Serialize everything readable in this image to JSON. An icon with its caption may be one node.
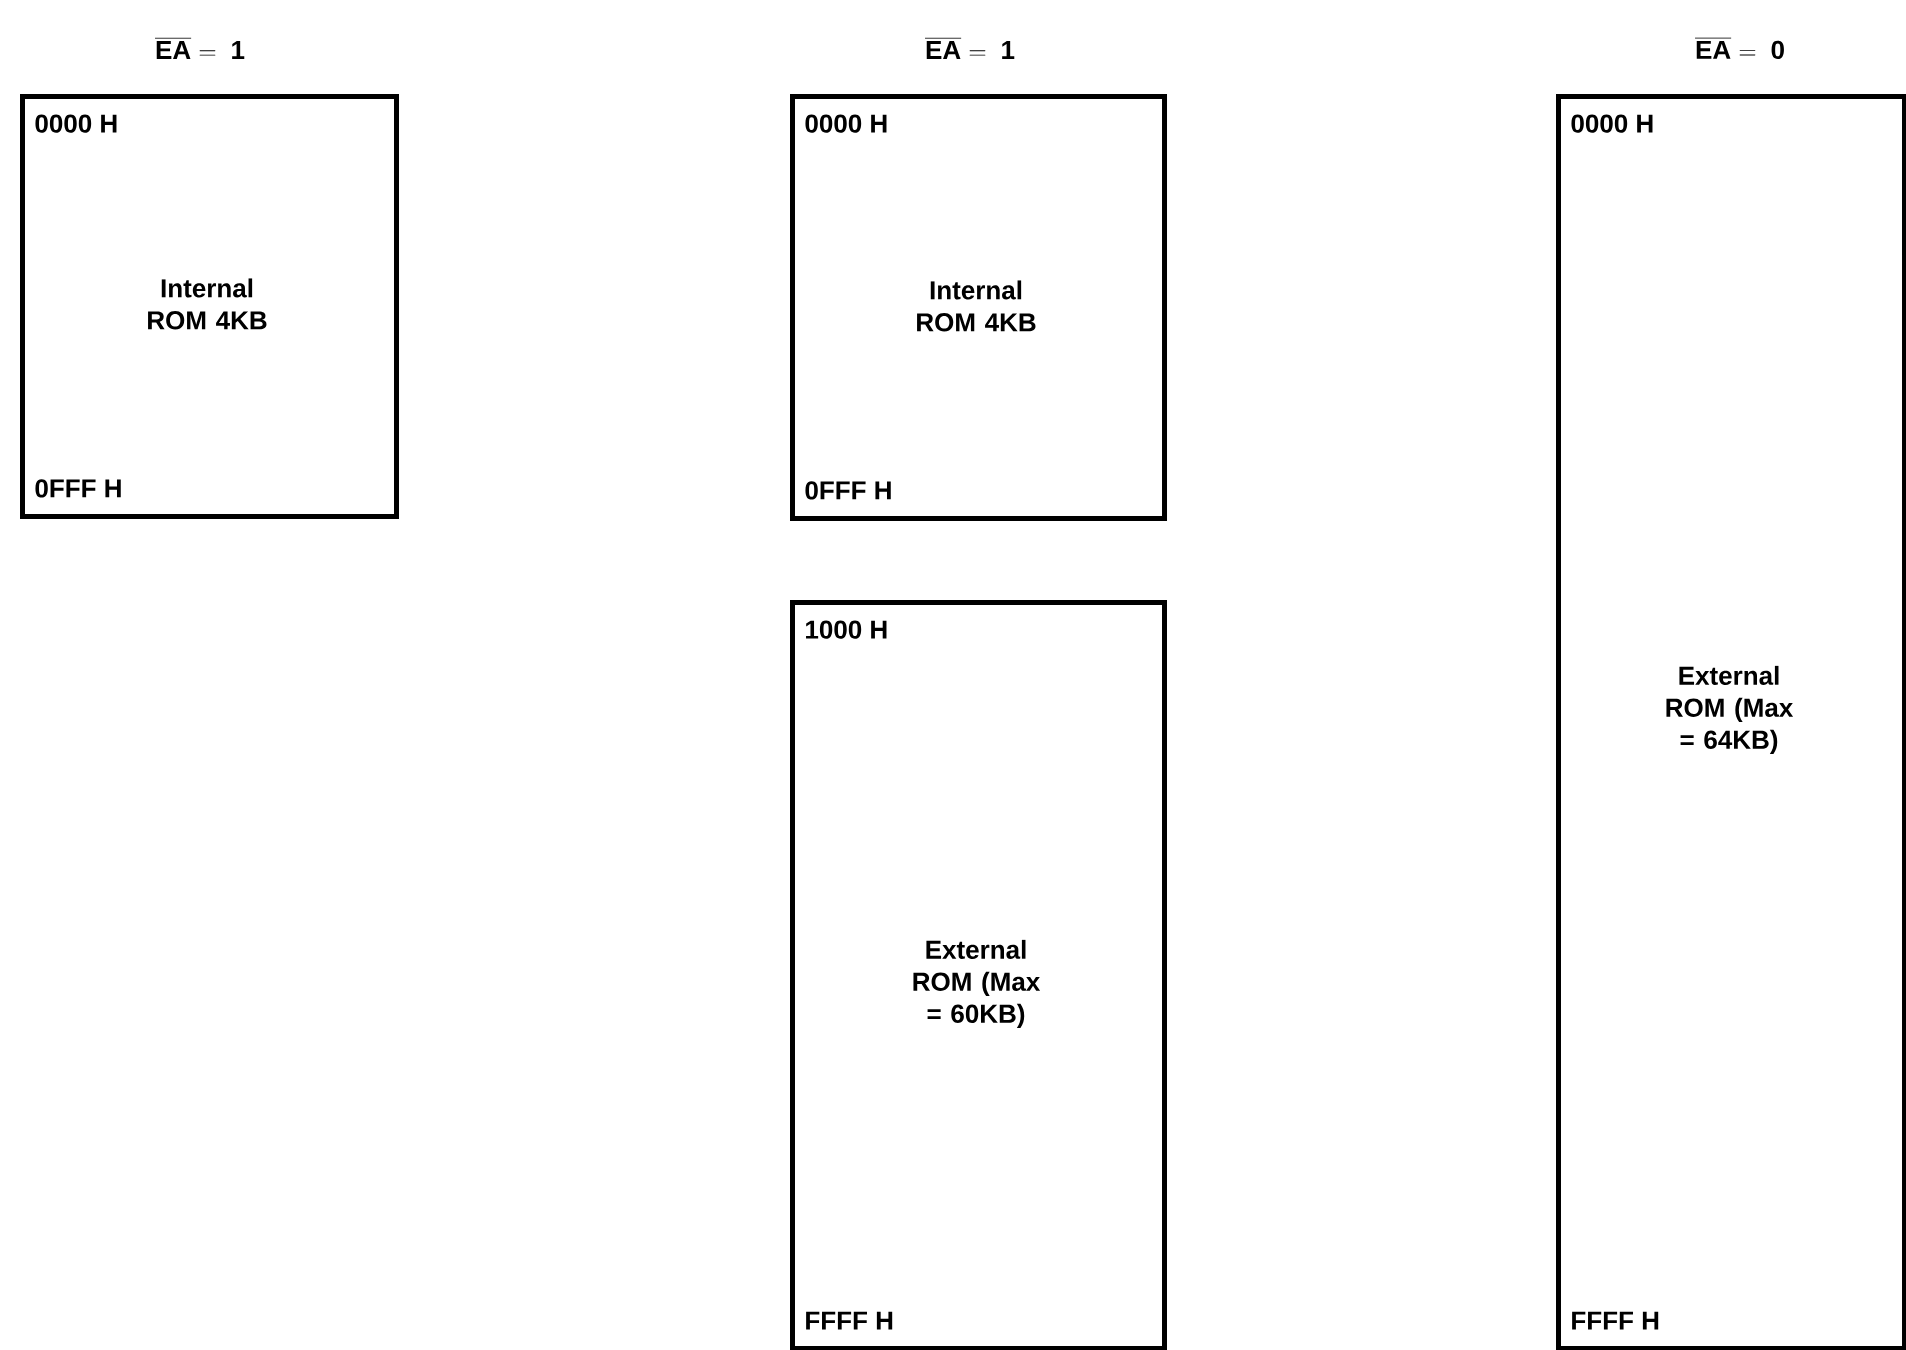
{
  "diagram": {
    "nodes": [
      {
        "text": [
          "0000 H",
          "Internal ROM 4KB",
          "0FFF H"
        ]
      },
      {
        "text": [
          "0000 H",
          "Internal ROM 4KB",
          "0FFF H"
        ]
      },
      {
        "text": [
          "1000 H",
          "External ROM (Max = 60KB)",
          "FFFF H"
        ]
      },
      {
        "text": [
          "0000 H",
          "External ROM (Max = 64KB)",
          "FFFF H"
        ]
      }
    ],
    "edges": [],
    "labels": [
      "\\overline{\\mathbf{EA}}\\ \\mathbf{=\\ 1}",
      "\\overline{\\mathbf{EA}}\\ \\mathbf{=\\ 1}",
      "\\overline{\\mathbf{EA}}\\ \\mathbf{=\\ 0}"
    ]
  }
}
